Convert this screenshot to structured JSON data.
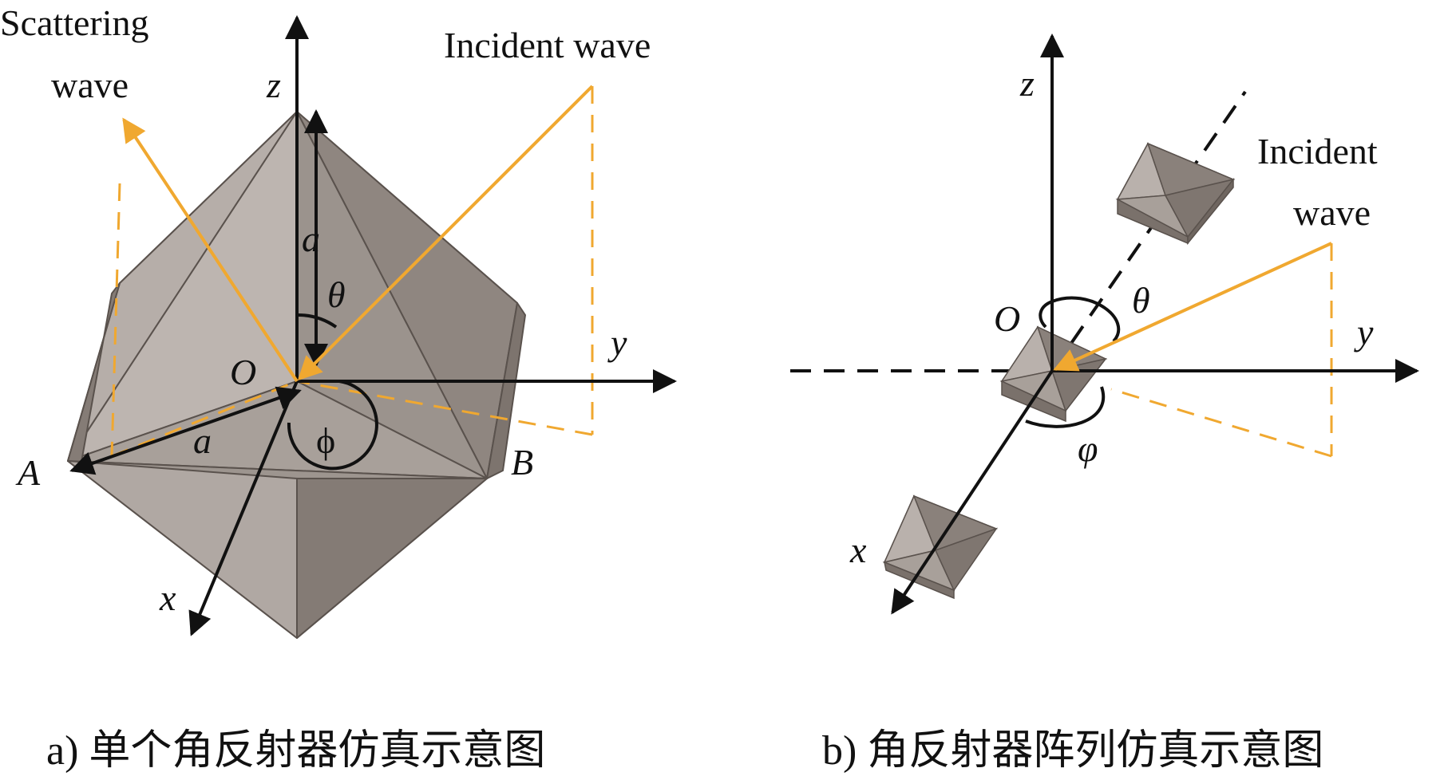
{
  "panel_a": {
    "scattering_wave_line1": "Scattering",
    "scattering_wave_line2": "wave",
    "incident_wave": "Incident wave",
    "axis_z": "z",
    "axis_y": "y",
    "axis_x": "x",
    "origin": "O",
    "edge_a_vertical": "a",
    "edge_a_horizontal": "a",
    "theta": "θ",
    "phi": "ϕ",
    "vertex_A": "A",
    "vertex_B": "B",
    "caption": "a) 单个角反射器仿真示意图"
  },
  "panel_b": {
    "incident_wave_line1": "Incident",
    "incident_wave_line2": "wave",
    "axis_z": "z",
    "axis_y": "y",
    "axis_x": "x",
    "origin": "O",
    "theta": "θ",
    "phi": "φ",
    "caption": "b) 角反射器阵列仿真示意图"
  },
  "colors": {
    "wave": "#f0a830",
    "axis": "#111111",
    "reflector_light": "#b3aba6",
    "reflector_mid": "#9a918b",
    "reflector_dark": "#7d746e"
  }
}
